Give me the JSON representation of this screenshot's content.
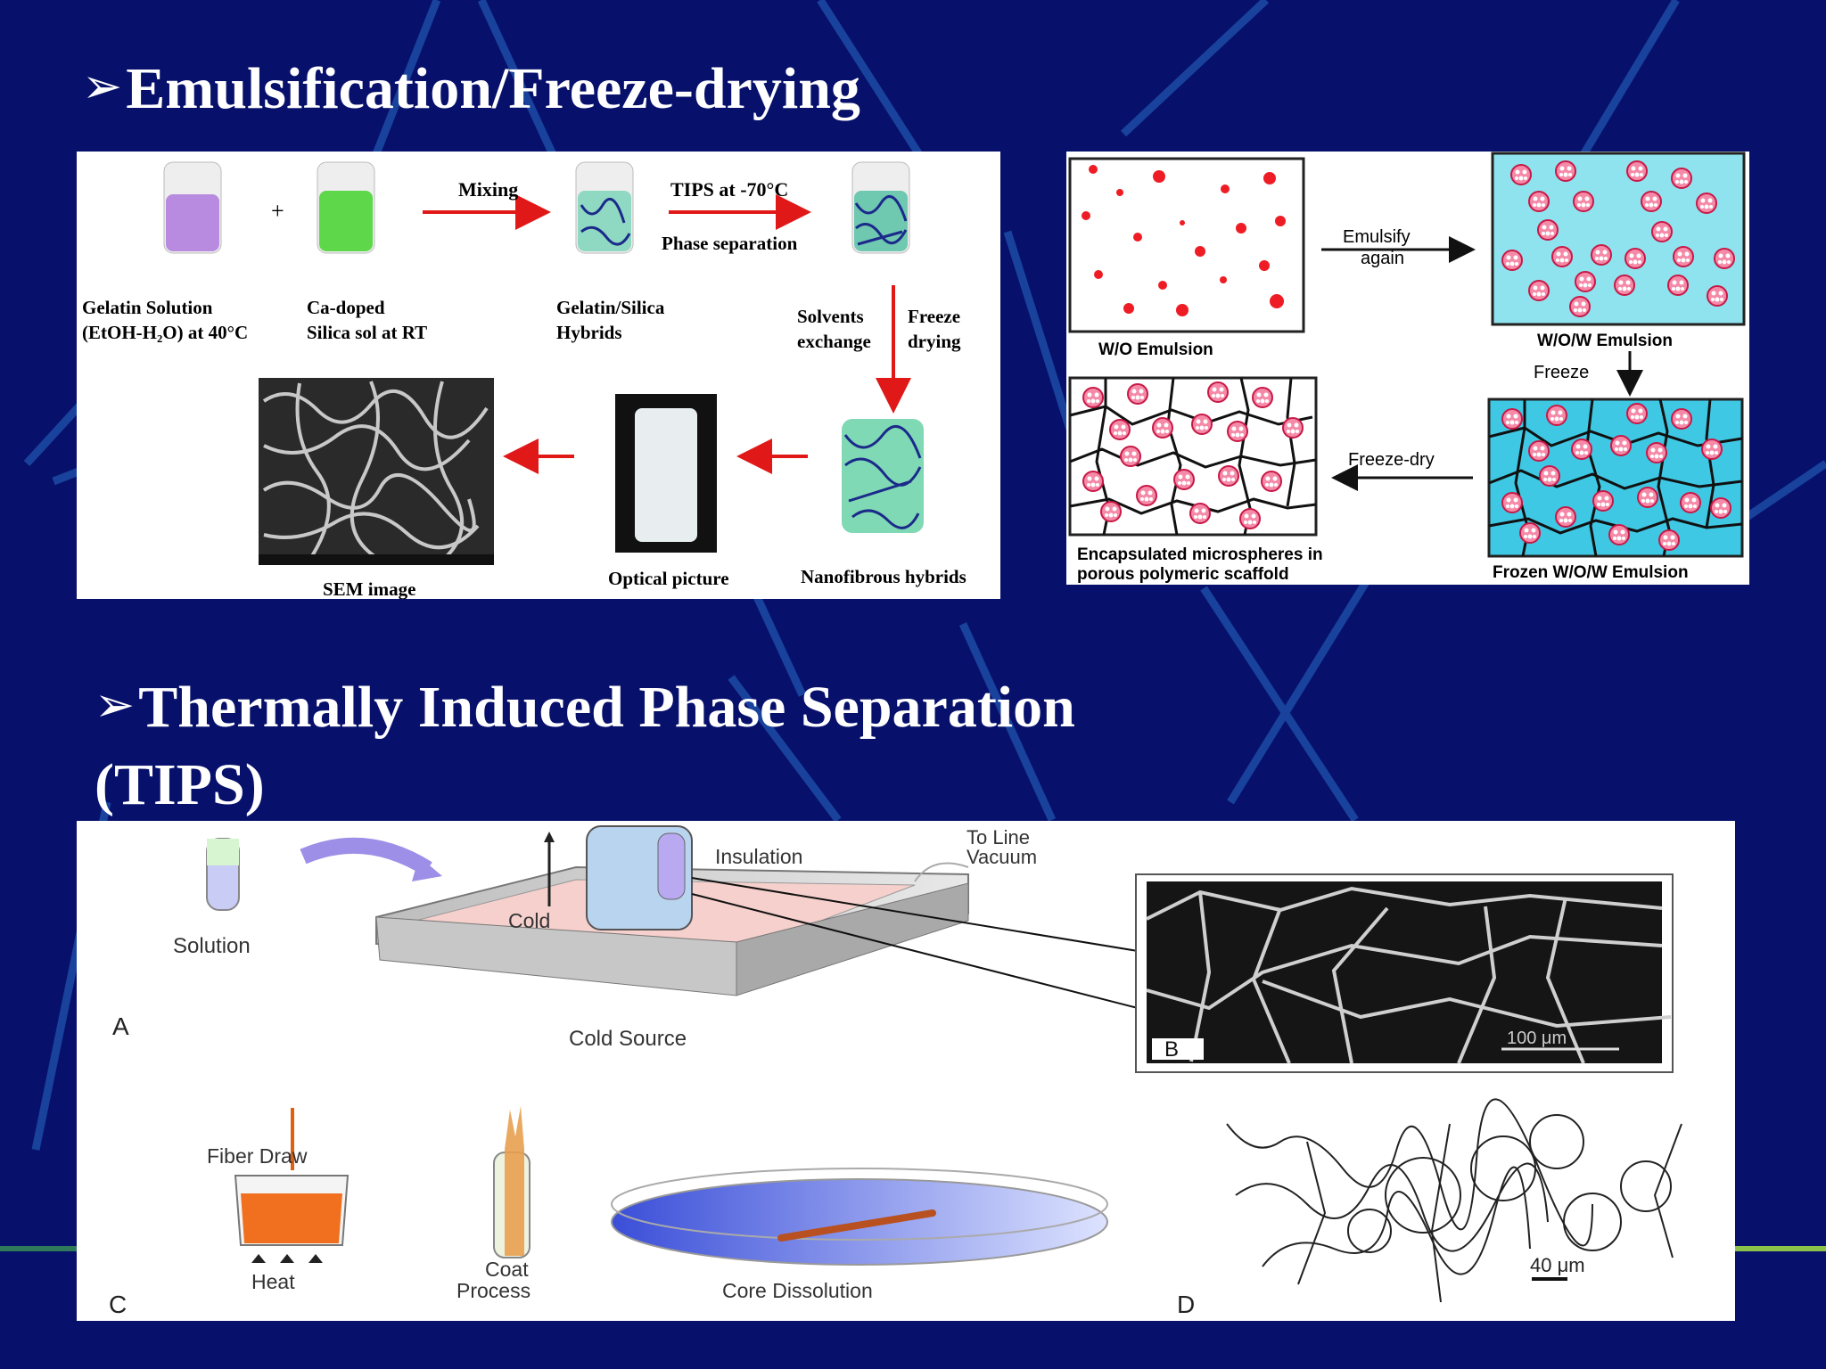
{
  "slide": {
    "heading1": "Emulsification/Freeze-drying",
    "heading2_line1": "Thermally Induced Phase Separation",
    "heading2_line2": "(TIPS)",
    "bullet": "➢"
  },
  "gelatin_panel": {
    "gelatin_solution": "Gelatin Solution",
    "gelatin_solvent": "(EtOH-H₂O)  at 40°C",
    "plus": "+",
    "ca_doped": "Ca-doped",
    "silica_sol": "Silica sol at RT",
    "mixing": "Mixing",
    "hybrids_1": "Gelatin/Silica",
    "hybrids_2": "Hybrids",
    "tips": "TIPS at -70°C",
    "phase_sep": "Phase separation",
    "solvents": "Solvents",
    "exchange": "exchange",
    "freeze": "Freeze",
    "drying": "drying",
    "nanofibrous": "Nanofibrous hybrids",
    "optical": "Optical picture",
    "sem": "SEM image"
  },
  "emulsion_panel": {
    "wo": "W/O Emulsion",
    "emulsify_1": "Emulsify",
    "emulsify_2": "again",
    "wow": "W/O/W Emulsion",
    "freeze": "Freeze",
    "frozen": "Frozen W/O/W Emulsion",
    "freeze_dry": "Freeze-dry",
    "encap_1": "Encapsulated microspheres in",
    "encap_2": "porous polymeric scaffold"
  },
  "tips_panel": {
    "solution": "Solution",
    "insulation": "Insulation",
    "to_line_1": "To Line",
    "to_line_2": "Vacuum",
    "cold": "Cold",
    "cold_source": "Cold Source",
    "label_a": "A",
    "label_b": "B",
    "scale_b": "100 μm",
    "fiber_draw": "Fiber Draw",
    "heat": "Heat",
    "coat_1": "Coat",
    "coat_2": "Process",
    "core_dissolution": "Core Dissolution",
    "label_c": "C",
    "label_d": "D",
    "scale_d": "40 μm"
  },
  "colors": {
    "background": "#07106b",
    "arrow_red": "#e01818",
    "cyan": "#8fe3ee",
    "droplet": "#ee1c24"
  }
}
